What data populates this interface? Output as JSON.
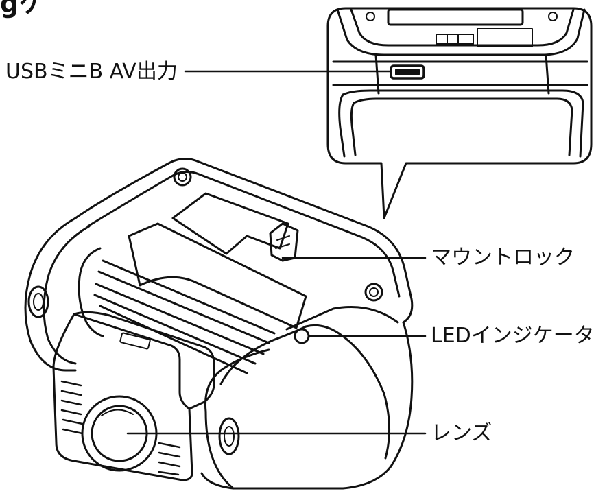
{
  "heading": "gケ",
  "labels": {
    "usb": "USBミニB AV出力",
    "mount_lock": "マウントロック",
    "led": "LEDインジケータ",
    "lens": "レンズ"
  },
  "colors": {
    "line": "#111111",
    "background": "#ffffff"
  }
}
